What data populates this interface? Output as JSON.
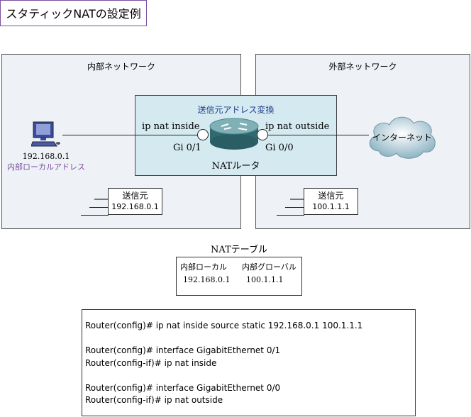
{
  "title": "スタティックNATの設定例",
  "inside_network": {
    "label": "内部ネットワーク",
    "pc_ip": "192.168.0.1",
    "pc_label": "内部ローカルアドレス",
    "source_label": "送信元",
    "source_ip": "192.168.0.1"
  },
  "outside_network": {
    "label": "外部ネットワーク",
    "cloud_label": "インターネット",
    "source_label": "送信元",
    "source_ip": "100.1.1.1"
  },
  "router": {
    "caption": "送信元アドレス変換",
    "name": "NATルータ",
    "inside_cmd": "ip nat inside",
    "inside_if": "Gi 0/1",
    "outside_cmd": "ip nat outside",
    "outside_if": "Gi 0/0"
  },
  "nat_table": {
    "title": "NATテーブル",
    "headers": [
      "内部ローカル",
      "内部グローバル"
    ],
    "row": [
      "192.168.0.1",
      "100.1.1.1"
    ]
  },
  "config": [
    "Router(config)# ip nat inside source static 192.168.0.1 100.1.1.1",
    "",
    "Router(config)# interface GigabitEthernet 0/1",
    "Router(config-if)# ip nat inside",
    "",
    "Router(config)# interface GigabitEthernet 0/0",
    "Router(config-if)# ip nat outside"
  ]
}
